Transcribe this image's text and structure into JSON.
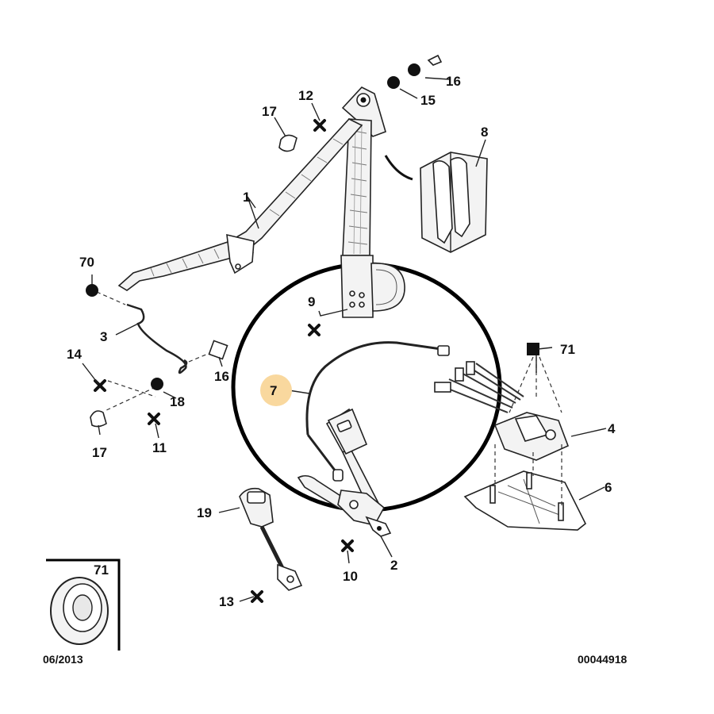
{
  "callouts": {
    "c1": "1",
    "c2": "2",
    "c3": "3",
    "c4": "4",
    "c6": "6",
    "c7": "7",
    "c8": "8",
    "c9": "9",
    "c10": "10",
    "c11": "11",
    "c12": "12",
    "c13": "13",
    "c14": "14",
    "c15": "15",
    "c16a": "16",
    "c16b": "16",
    "c17a": "17",
    "c17b": "17",
    "c18": "18",
    "c19": "19",
    "c70": "70",
    "c71a": "71",
    "c71b": "71"
  },
  "footer": {
    "date": "06/2013",
    "ref": "00044918"
  },
  "highlight": {
    "item": "7",
    "color": "#f9d89e"
  },
  "icons": {
    "bolt_marker": "filled-circle-icon",
    "screw_marker": "cross-icon",
    "square_marker": "filled-square-icon"
  }
}
